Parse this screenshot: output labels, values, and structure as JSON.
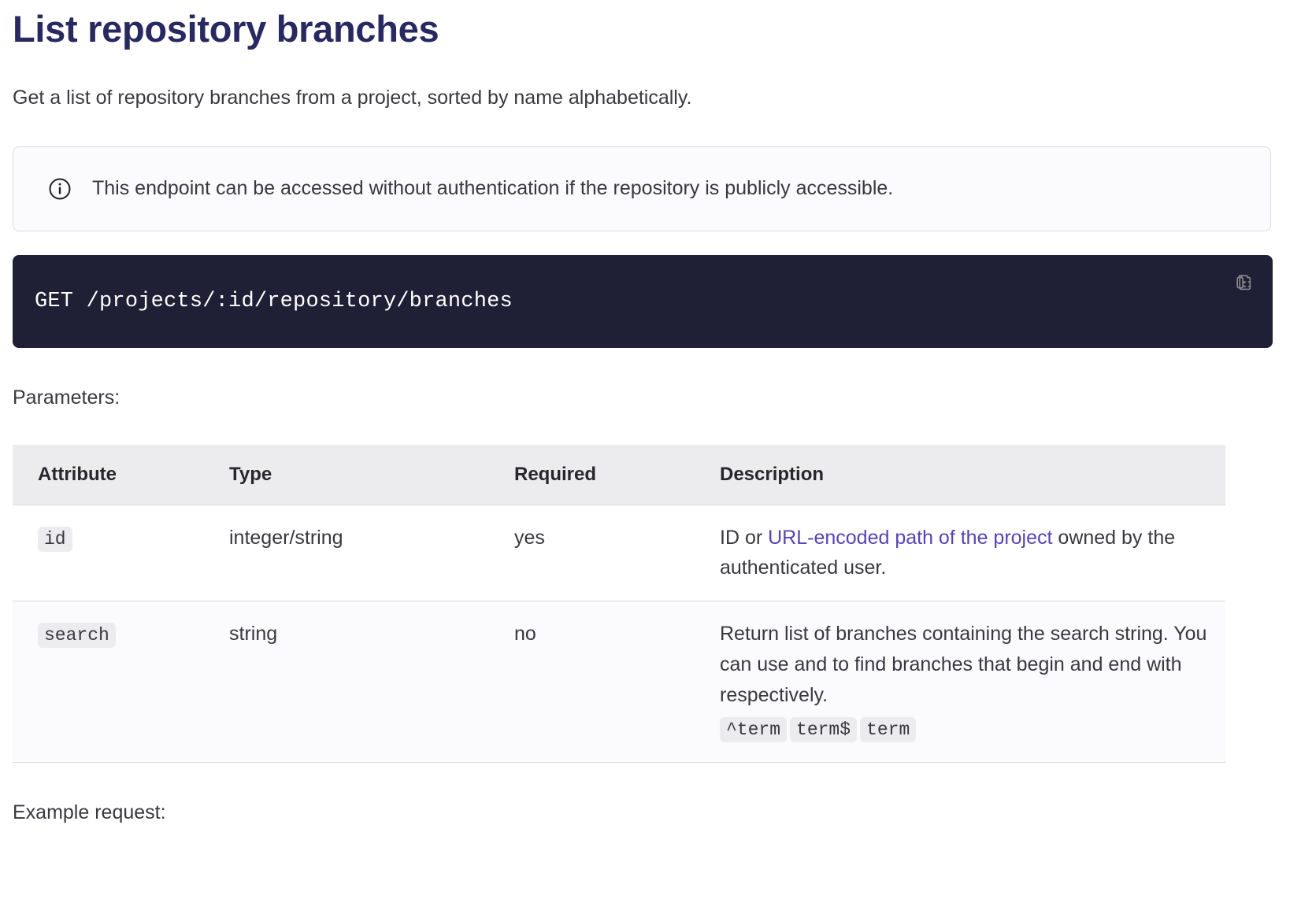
{
  "page": {
    "title": "List repository branches",
    "intro": "Get a list of repository branches from a project, sorted by name alphabetically."
  },
  "callout": {
    "icon": "info-circle-icon",
    "text": "This endpoint can be accessed without authentication if the repository is publicly accessible."
  },
  "code_block": {
    "method": "GET",
    "path": "/projects/:id/repository/branches",
    "full": "GET /projects/:id/repository/branches",
    "copy_icon": "copy-clipboard-icon",
    "background": "#1f1f35",
    "text_color": "#ffffff"
  },
  "parameters_label": "Parameters:",
  "table": {
    "headers": [
      "Attribute",
      "Type",
      "Required",
      "Description"
    ],
    "rows": [
      {
        "attribute": "id",
        "type": "integer/string",
        "required": "yes",
        "description_parts": [
          {
            "kind": "text",
            "value": "ID or "
          },
          {
            "kind": "link",
            "value": "URL-encoded path of the project"
          },
          {
            "kind": "text",
            "value": " owned by the authenticated user."
          }
        ],
        "description_plain": "ID or URL-encoded path of the project owned by the authenticated user.",
        "codes": []
      },
      {
        "attribute": "search",
        "type": "string",
        "required": "no",
        "description_parts": [
          {
            "kind": "text",
            "value": "Return list of branches containing the search string. You can use and to find branches that begin and end with respectively."
          }
        ],
        "description_plain": "Return list of branches containing the search string. You can use and to find branches that begin and end with respectively.",
        "codes": [
          "^term",
          "term$",
          "term"
        ]
      }
    ]
  },
  "example_label": "Example request:",
  "colors": {
    "title": "#292961",
    "link": "#5943b6",
    "body_text": "#3a383f",
    "header_row_bg": "#ececef",
    "alt_row_bg": "#fbfafd",
    "code_badge_bg": "#ececef",
    "border": "#dcdcde"
  }
}
